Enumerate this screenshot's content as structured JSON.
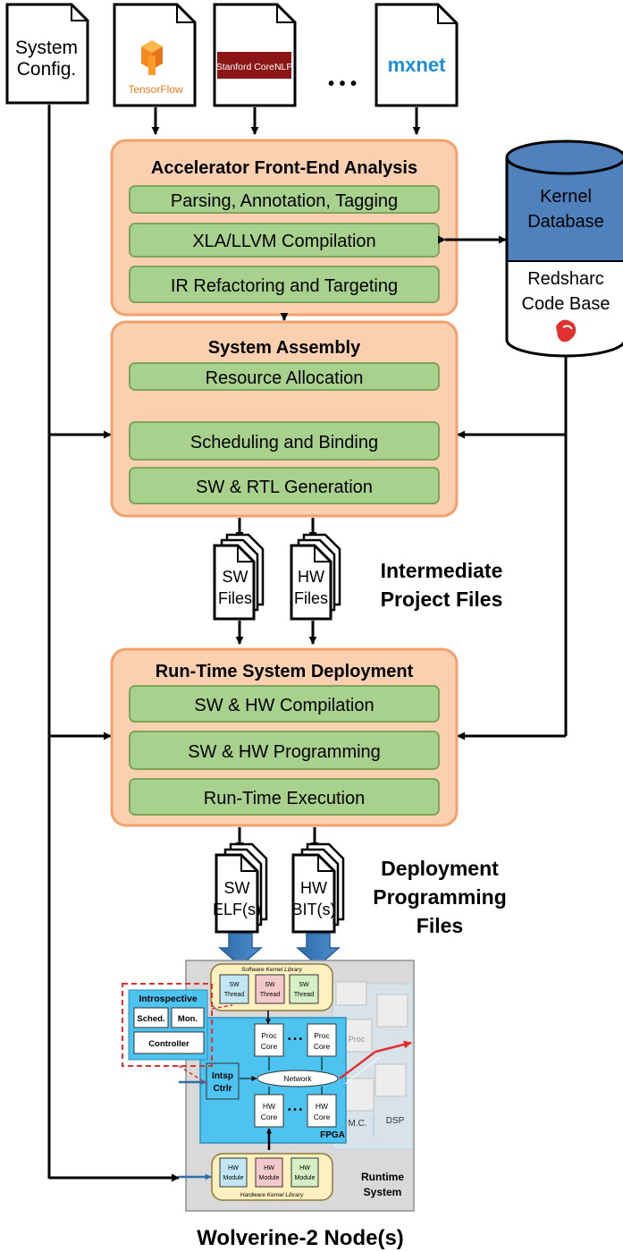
{
  "inputs": {
    "system_config": [
      "System",
      "Config."
    ],
    "tensorflow": "TensorFlow",
    "corenlp": "Stanford CoreNLP",
    "ellipsis": "• • •",
    "mxnet": "mxnet"
  },
  "front_end": {
    "title": "Accelerator Front-End Analysis",
    "steps": [
      "Parsing, Annotation, Tagging",
      "XLA/LLVM Compilation",
      "IR Refactoring and Targeting"
    ]
  },
  "database": {
    "kernel_db": [
      "Kernel",
      "Database"
    ],
    "code_base": [
      "Redsharc",
      "Code Base"
    ]
  },
  "assembly": {
    "title": "System Assembly",
    "steps": [
      "Resource Allocation",
      "Scheduling and Binding",
      "SW & RTL Generation"
    ]
  },
  "intermediate": {
    "sw_files": [
      "SW",
      "Files"
    ],
    "hw_files": [
      "HW",
      "Files"
    ],
    "label": [
      "Intermediate",
      "Project Files"
    ]
  },
  "deployment": {
    "title": "Run-Time System Deployment",
    "steps": [
      "SW & HW Compilation",
      "SW & HW Programming",
      "Run-Time Execution"
    ]
  },
  "programming": {
    "sw_files": [
      "SW",
      "ELF(s)"
    ],
    "hw_files": [
      "HW",
      "BIT(s)"
    ],
    "label": [
      "Deployment",
      "Programming",
      "Files"
    ]
  },
  "node": {
    "sw_library": "Software Kernel Library",
    "sw_thread": [
      "SW",
      "Thread"
    ],
    "proc_core": [
      "Proc",
      "Core"
    ],
    "hw_core": [
      "HW",
      "Core"
    ],
    "network": "Network",
    "intsp_ctrlr": [
      "Intsp",
      "Ctrlr"
    ],
    "fpga": "FPGA",
    "introspective": "Introspective",
    "sched": "Sched.",
    "mon": "Mon.",
    "controller": "Controller",
    "mc": "M.C.",
    "dsp": "DSP",
    "proc_faded": "Proc",
    "hw_module": [
      "HW",
      "Module"
    ],
    "hw_library": "Hardware Kernel Library",
    "runtime_system": [
      "Runtime",
      "System"
    ],
    "caption": "Wolverine-2 Node(s)",
    "ellipsis": "• • •"
  },
  "colors": {
    "stage_fill": "#fbd0b0",
    "stage_stroke": "#f3a06b",
    "step_fill": "#a9d18e",
    "step_stroke": "#7ea65b",
    "db_top": "#4f81bd",
    "fpga_fill": "#4dc3f0",
    "library_fill": "#fff0c0",
    "red": "#e03030"
  }
}
